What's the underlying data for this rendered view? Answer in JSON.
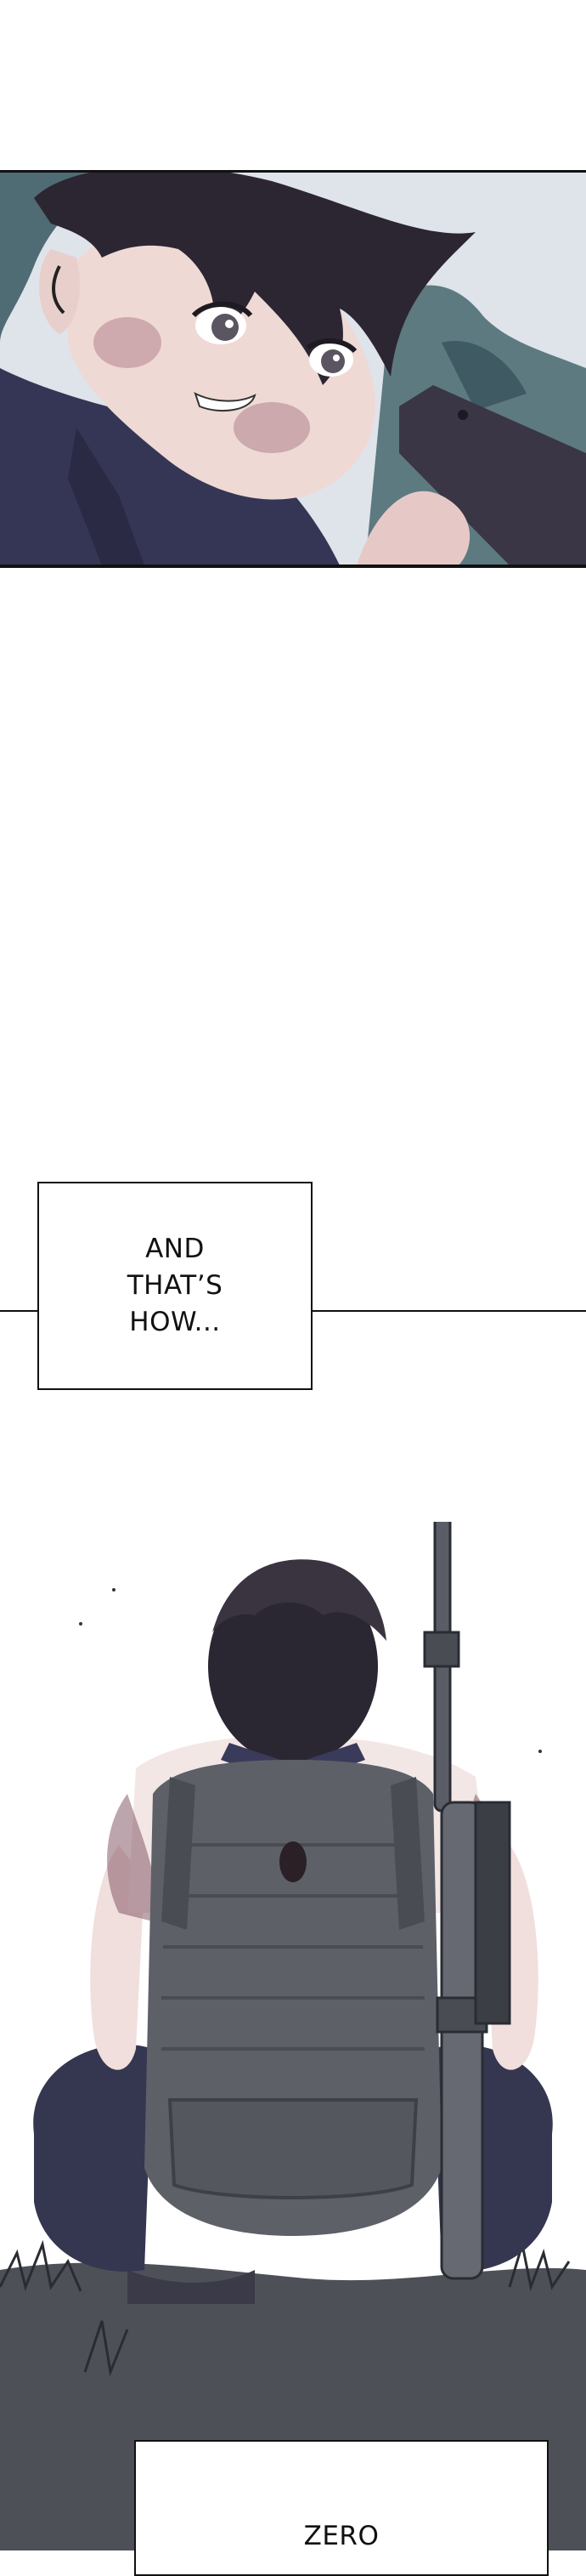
{
  "captions": [
    {
      "lines": [
        "AND",
        "THAT’S",
        "HOW..."
      ]
    },
    {
      "lines": [
        "ZERO"
      ]
    }
  ],
  "colors": {
    "shirt": "#3a3a5a",
    "hair": "#2a2530",
    "skin": "#f2ddd8",
    "sky": "#d9dde5",
    "foliage": "#55707a",
    "backpack": "#5c5e66",
    "ground": "#4c4e55"
  },
  "panels": [
    {
      "subject": "bruised boy looking at phone"
    },
    {
      "subject": "boy sitting from behind with backpack and rifle"
    }
  ]
}
